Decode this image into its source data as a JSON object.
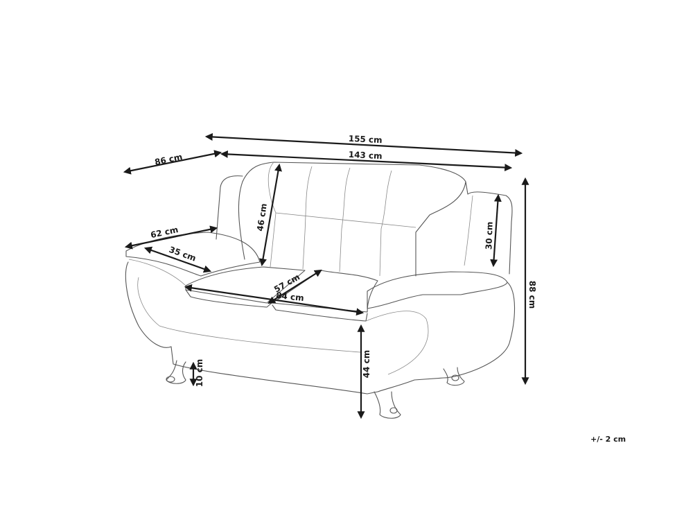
{
  "dimensions": {
    "overall_width": "155 cm",
    "inner_width": "143 cm",
    "depth": "86 cm",
    "armrest_length": "62 cm",
    "armrest_width": "35 cm",
    "backrest_height": "46 cm",
    "armrest_height": "30 cm",
    "total_height": "88 cm",
    "seat_depth": "57 cm",
    "seat_width": "84 cm",
    "seat_height": "44 cm",
    "leg_height": "10 cm"
  },
  "tolerance": "+/- 2 cm"
}
